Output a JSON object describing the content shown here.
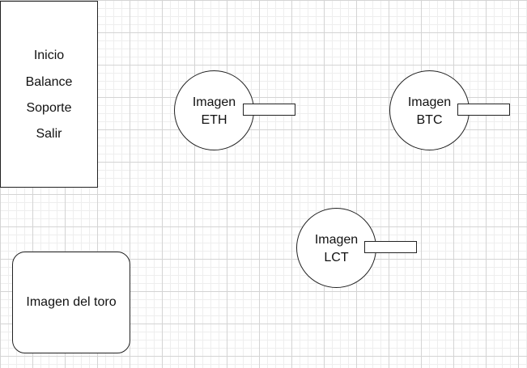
{
  "menu": {
    "items": [
      {
        "label": "Inicio"
      },
      {
        "label": "Balance"
      },
      {
        "label": "Soporte"
      },
      {
        "label": "Salir"
      }
    ]
  },
  "coins": [
    {
      "line1": "Imagen",
      "line2": "ETH",
      "input_value": ""
    },
    {
      "line1": "Imagen",
      "line2": "BTC",
      "input_value": ""
    },
    {
      "line1": "Imagen",
      "line2": "LCT",
      "input_value": ""
    }
  ],
  "bull": {
    "label": "Imagen del toro"
  }
}
